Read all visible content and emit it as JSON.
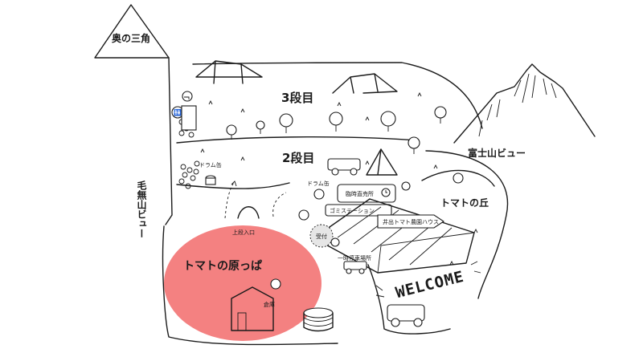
{
  "labels": {
    "oku_sankaku": "奥の三角",
    "dan3": "3段目",
    "dan2": "2段目",
    "fuji_view": "富士山ビュー",
    "kenashi_view": "毛無山ビュー",
    "tomato_oka": "トマトの丘",
    "tomato_harappa": "トマトの原っぱ",
    "drum_can_1": "ドラム缶",
    "drum_can_2": "ドラム缶",
    "rinji_chokubaijo": "臨時直売所",
    "gomi_station": "ゴミステーション",
    "uketsuke": "受付",
    "ide_tomato_house": "井出トマト農園ハウス",
    "jodan_iriguchi": "上段入口",
    "ichiji_teishajo": "一時停車場所",
    "soko": "倉庫",
    "welcome": "WELCOME"
  },
  "highlight_color": "#f26b6b",
  "icons": [
    "toilet-icon",
    "water-tap-icon",
    "drum-can-icon",
    "clock-icon"
  ]
}
